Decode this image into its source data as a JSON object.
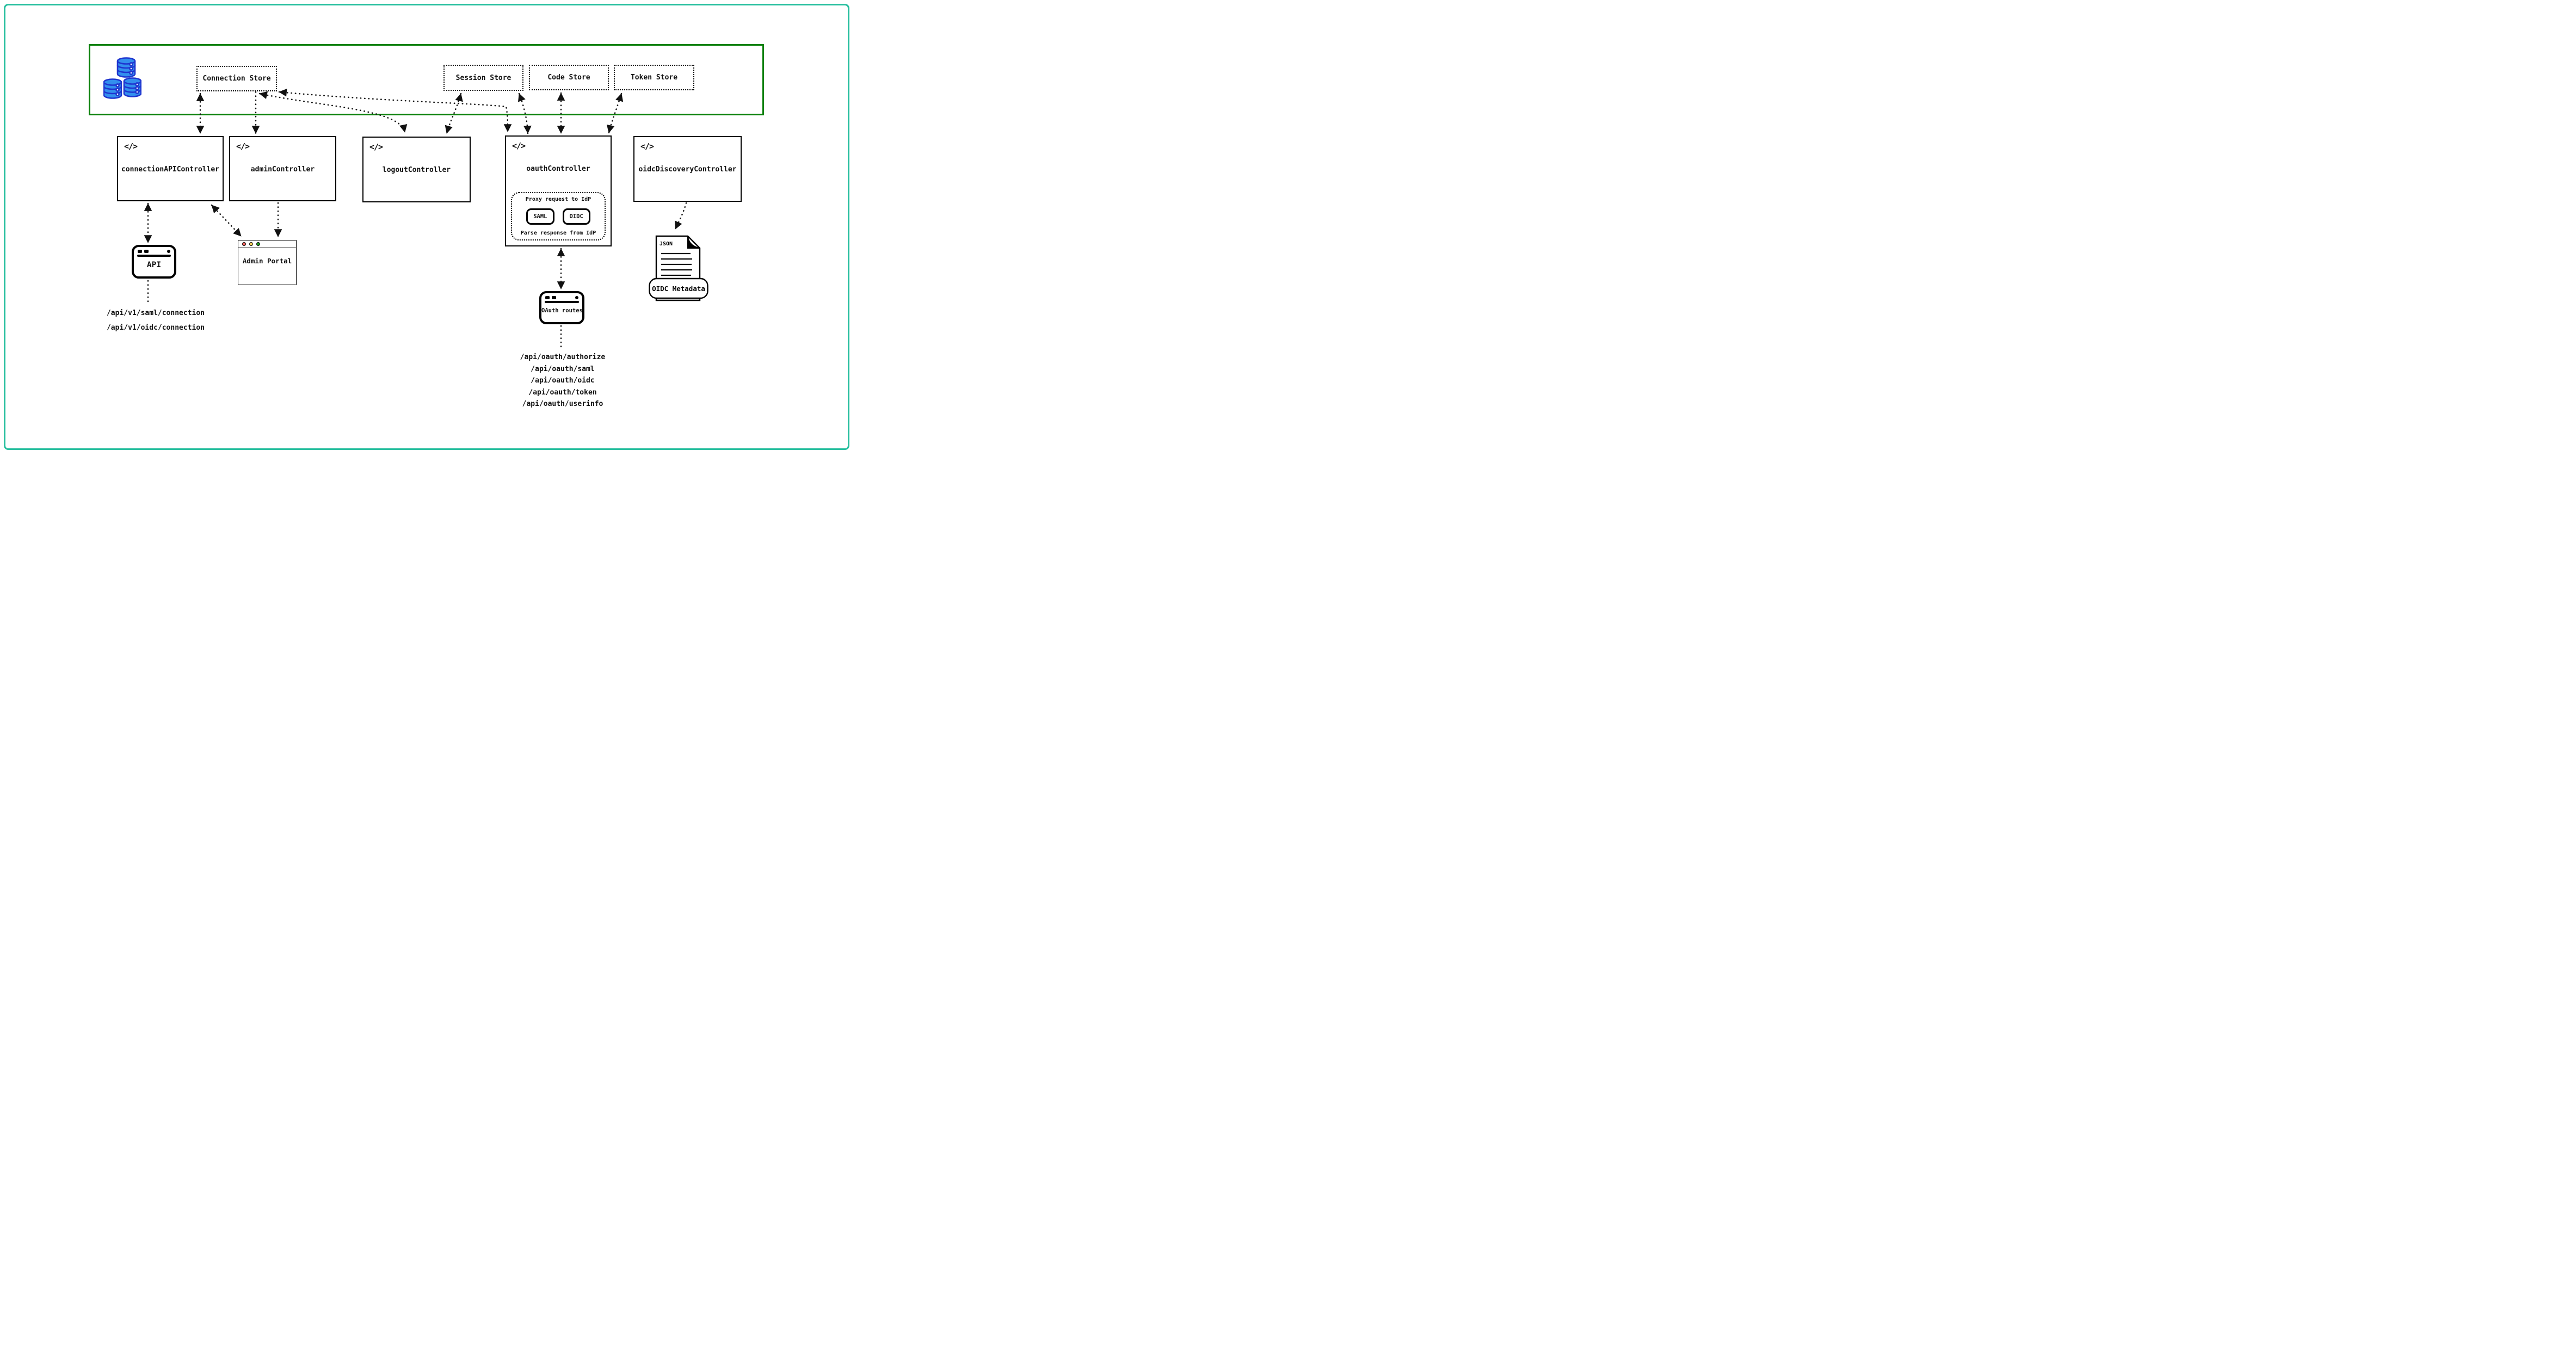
{
  "colors": {
    "page_border": "#28bf9f",
    "store_layer_border": "#0a800a",
    "barrel_fill": "#338fee",
    "barrel_stroke": "#1f35cf",
    "traffic_red": "#f9625d",
    "traffic_yellow": "#fbd45c",
    "traffic_green": "#1f9a1f"
  },
  "icons": {
    "code_glyph": "</>",
    "database_icon": "database-barrels"
  },
  "store_layer": {
    "stores": [
      {
        "label": "Connection Store"
      },
      {
        "label": "Session Store"
      },
      {
        "label": "Code Store"
      },
      {
        "label": "Token Store"
      }
    ]
  },
  "controllers": [
    {
      "label": "connectionAPIController"
    },
    {
      "label": "adminController"
    },
    {
      "label": "logoutController"
    },
    {
      "label": "oauthController",
      "proxy": {
        "top_label": "Proxy request to IdP",
        "protocols": [
          "SAML",
          "OIDC"
        ],
        "bottom_label": "Parse response from IdP"
      }
    },
    {
      "label": "oidcDiscoveryController"
    }
  ],
  "clients": {
    "api_window": {
      "label": "API",
      "routes": [
        "/api/v1/saml/connection",
        "/api/v1/oidc/connection"
      ]
    },
    "admin_portal_window": {
      "label": "Admin Portal"
    },
    "oauth_routes_window": {
      "label": "OAuth routes",
      "routes": [
        "/api/oauth/authorize",
        "/api/oauth/saml",
        "/api/oauth/oidc",
        "/api/oauth/token",
        "/api/oauth/userinfo"
      ]
    },
    "oidc_metadata_doc": {
      "file_type": "JSON",
      "label": "OIDC Metadata"
    }
  }
}
